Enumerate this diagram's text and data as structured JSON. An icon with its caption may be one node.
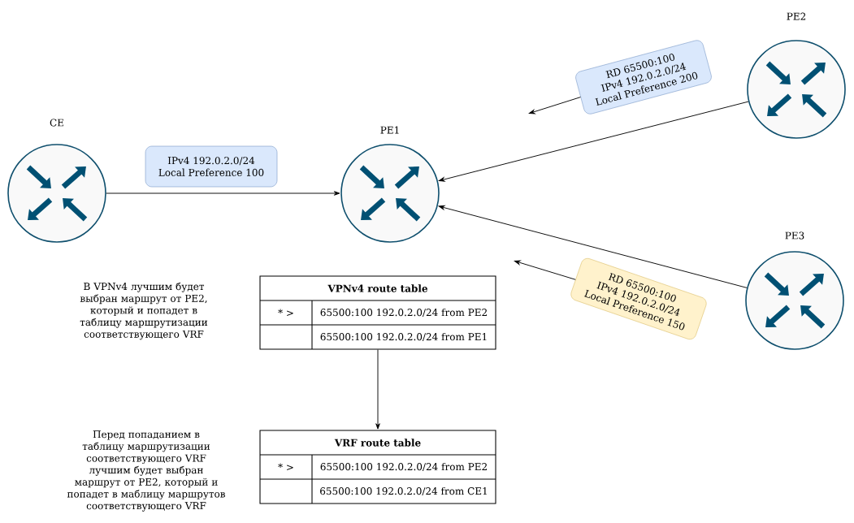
{
  "diagram": {
    "nodes": [
      {
        "text": [
          "CE"
        ]
      },
      {
        "text": [
          "PE1"
        ]
      },
      {
        "text": [
          "PE2"
        ]
      },
      {
        "text": [
          "PE3"
        ]
      },
      {
        "text": [
          "IPv4 192.0.2.0/24 Local Preference 100"
        ]
      },
      {
        "text": [
          "RD 65500:100 IPv4 192.0.2.0/24 Local Preference 200"
        ]
      },
      {
        "text": [
          "RD 65500:100 IPv4 192.0.2.0/24 Local Preference 150"
        ]
      },
      {
        "text": [
          "VPNv4 route table",
          "* >",
          "65500:100 192.0.2.0/24 from PE2",
          "65500:100 192.0.2.0/24 from PE1"
        ]
      },
      {
        "text": [
          "VRF route table",
          "* >",
          "65500:100 192.0.2.0/24 from PE2",
          "65500:100 192.0.2.0/24 from CE1"
        ]
      }
    ],
    "edges": [
      {
        "from": 0,
        "to": 1,
        "arrow": "to"
      },
      {
        "from": 2,
        "to": 1,
        "arrow": "to"
      },
      {
        "from": 3,
        "to": 1,
        "arrow": "to"
      },
      {
        "from": 5,
        "to": null,
        "arrow": "to"
      },
      {
        "from": 6,
        "to": null,
        "arrow": "to"
      },
      {
        "from": 7,
        "to": 8,
        "arrow": "to"
      }
    ],
    "labels": [
      "В VPNv4 лучшим будет выбран маршрут от PE2, который и попадет в таблицу маршрутизации соответствующего VRF",
      "Перед попаданием в таблицу маршрутизации соответствующего VRF лучшим будет выбран маршрут от PE2, который и попадет в маблицу маршрутов соответствующего VRF"
    ]
  }
}
